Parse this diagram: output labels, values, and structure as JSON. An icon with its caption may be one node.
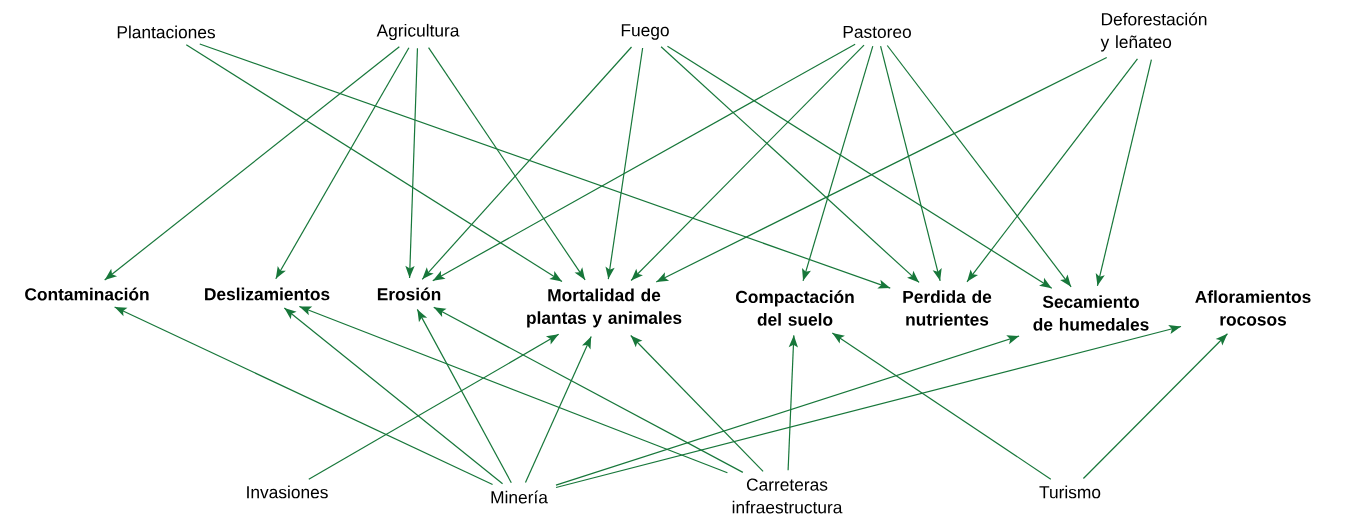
{
  "diagram": {
    "nodes": [
      {
        "text": [
          "Plantaciones"
        ]
      },
      {
        "text": [
          "Agricultura"
        ]
      },
      {
        "text": [
          "Fuego"
        ]
      },
      {
        "text": [
          "Pastoreo"
        ]
      },
      {
        "text": [
          "Deforestación y leñateo"
        ]
      },
      {
        "text": [
          "Contaminación"
        ]
      },
      {
        "text": [
          "Deslizamientos"
        ]
      },
      {
        "text": [
          "Erosión"
        ]
      },
      {
        "text": [
          "Mortalidad de plantas y animales"
        ]
      },
      {
        "text": [
          "Compactación del suelo"
        ]
      },
      {
        "text": [
          "Perdida de nutrientes"
        ]
      },
      {
        "text": [
          "Secamiento de humedales"
        ]
      },
      {
        "text": [
          "Afloramientos rocosos"
        ]
      },
      {
        "text": [
          "Invasiones"
        ]
      },
      {
        "text": [
          "Minería"
        ]
      },
      {
        "text": [
          "Carreteras infraestructura"
        ]
      },
      {
        "text": [
          "Turismo"
        ]
      }
    ],
    "edges": [
      {
        "from": 0,
        "to": 8,
        "arrow": "to"
      },
      {
        "from": 0,
        "to": 10,
        "arrow": "to"
      },
      {
        "from": 1,
        "to": 5,
        "arrow": "to"
      },
      {
        "from": 1,
        "to": 6,
        "arrow": "to"
      },
      {
        "from": 1,
        "to": 7,
        "arrow": "to"
      },
      {
        "from": 1,
        "to": 8,
        "arrow": "to"
      },
      {
        "from": 2,
        "to": 7,
        "arrow": "to"
      },
      {
        "from": 2,
        "to": 8,
        "arrow": "to"
      },
      {
        "from": 2,
        "to": 10,
        "arrow": "to"
      },
      {
        "from": 2,
        "to": 11,
        "arrow": "to"
      },
      {
        "from": 3,
        "to": 7,
        "arrow": "to"
      },
      {
        "from": 3,
        "to": 8,
        "arrow": "to"
      },
      {
        "from": 3,
        "to": 9,
        "arrow": "to"
      },
      {
        "from": 3,
        "to": 10,
        "arrow": "to"
      },
      {
        "from": 3,
        "to": 11,
        "arrow": "to"
      },
      {
        "from": 4,
        "to": 8,
        "arrow": "to"
      },
      {
        "from": 4,
        "to": 10,
        "arrow": "to"
      },
      {
        "from": 4,
        "to": 11,
        "arrow": "to"
      },
      {
        "from": 13,
        "to": 8,
        "arrow": "to"
      },
      {
        "from": 14,
        "to": 5,
        "arrow": "to"
      },
      {
        "from": 14,
        "to": 6,
        "arrow": "to"
      },
      {
        "from": 14,
        "to": 7,
        "arrow": "to"
      },
      {
        "from": 14,
        "to": 8,
        "arrow": "to"
      },
      {
        "from": 14,
        "to": 11,
        "arrow": "to"
      },
      {
        "from": 14,
        "to": 12,
        "arrow": "to"
      },
      {
        "from": 15,
        "to": 6,
        "arrow": "to"
      },
      {
        "from": 15,
        "to": 7,
        "arrow": "to"
      },
      {
        "from": 15,
        "to": 8,
        "arrow": "to"
      },
      {
        "from": 15,
        "to": 9,
        "arrow": "to"
      },
      {
        "from": 16,
        "to": 9,
        "arrow": "to"
      },
      {
        "from": 16,
        "to": 12,
        "arrow": "to"
      }
    ]
  }
}
